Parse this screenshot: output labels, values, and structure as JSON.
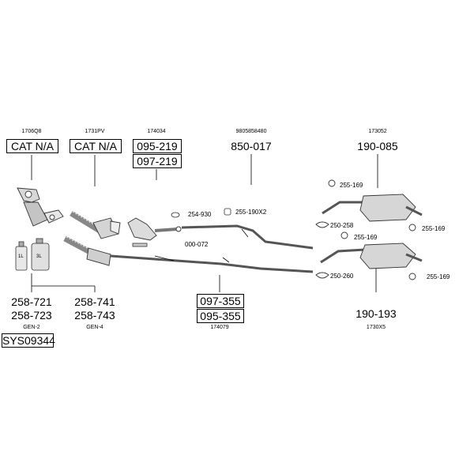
{
  "top_refs": {
    "r1": "1706Q8",
    "r2": "1731PV",
    "r3": "174034",
    "r4": "9805858480",
    "r5": "173052"
  },
  "boxes": {
    "cat1": "CAT N/A",
    "cat2": "CAT N/A",
    "p095_219": "095-219",
    "p097_219": "097-219",
    "p097_355": "097-355",
    "p095_355": "095-355",
    "sys": "SYS09344"
  },
  "big_labels": {
    "p850_017": "850-017",
    "p190_085": "190-085",
    "p258_721": "258-721",
    "p258_723": "258-723",
    "p258_741": "258-741",
    "p258_743": "258-743",
    "p190_193": "190-193"
  },
  "small_labels": {
    "p254_930": "254-930",
    "p255_190x2": "255-190X2",
    "p000_072": "000-072",
    "p255_169_a": "255-169",
    "p250_258": "250-258",
    "p255_169_b": "255-169",
    "p255_169_c": "255-169",
    "p250_260": "250-260",
    "p255_169_d": "255-169"
  },
  "bottom_refs": {
    "gen2": "GEN-2",
    "gen4": "GEN-4",
    "r174079": "174079",
    "r1730x5": "1730X5"
  },
  "bottle_labels": {
    "b1": "1L",
    "b2": "3L"
  }
}
